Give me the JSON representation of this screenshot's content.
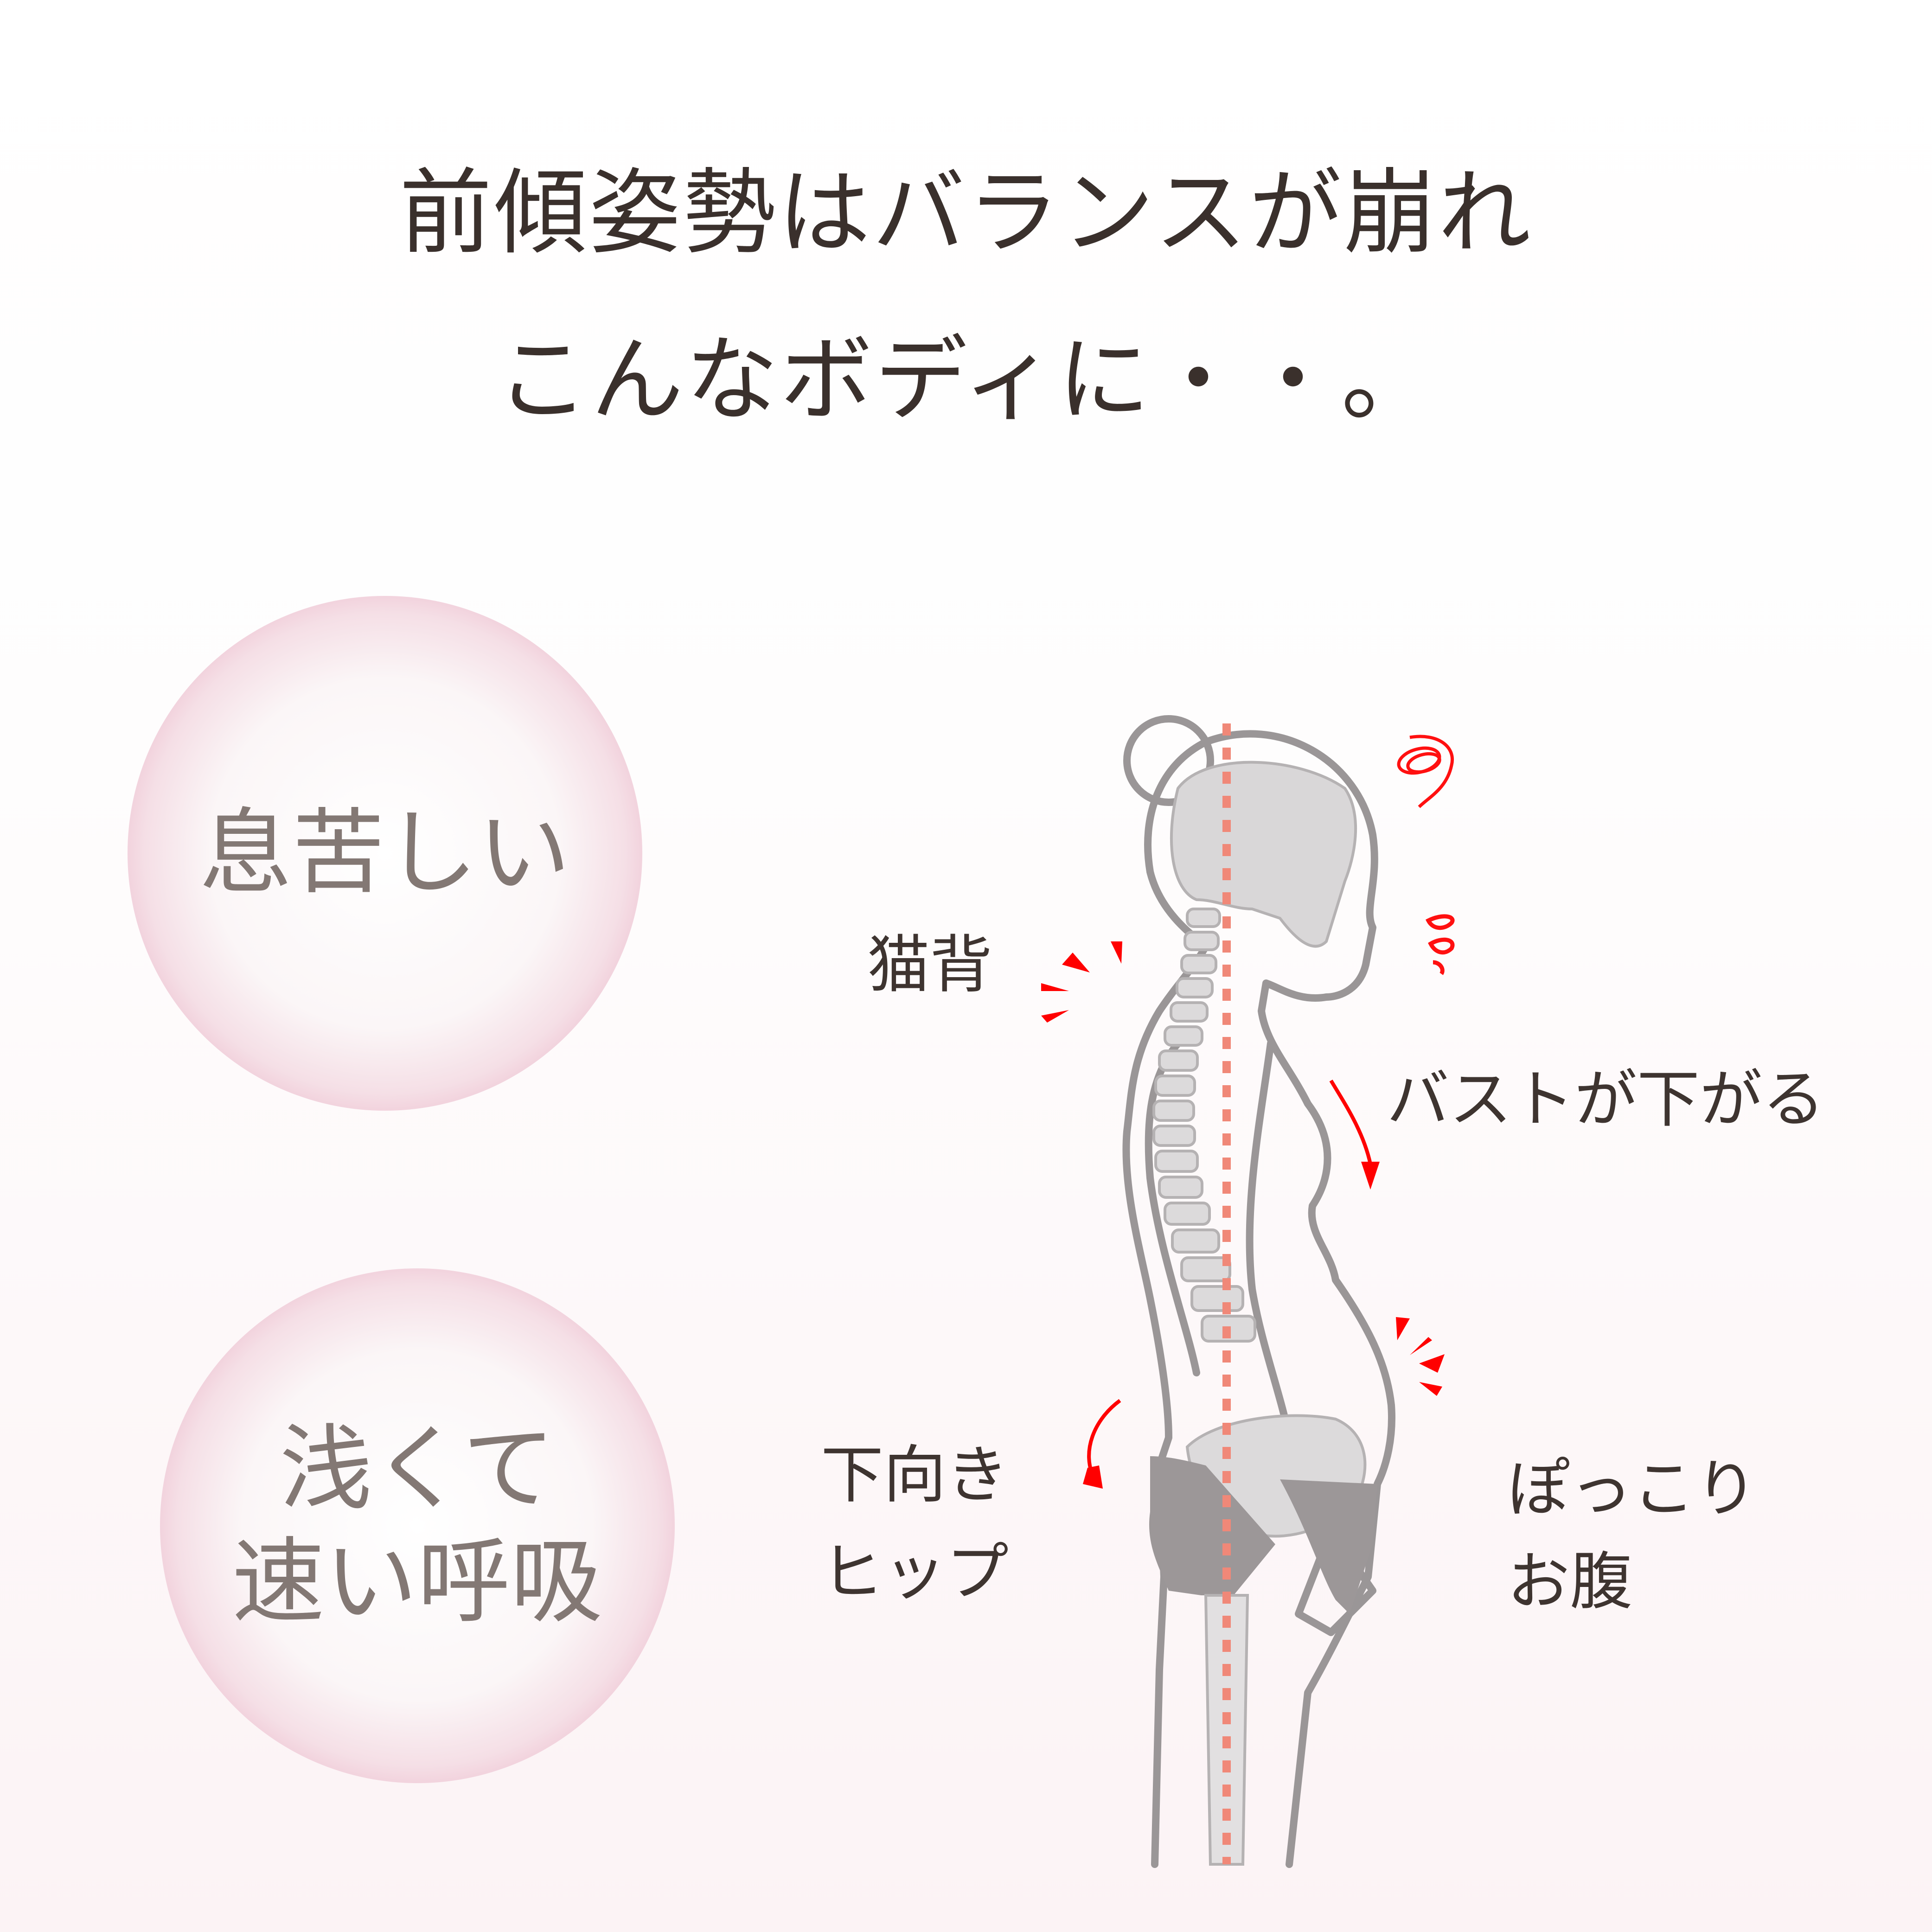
{
  "title": {
    "line1": "前傾姿勢はバランスが崩れ",
    "line2": "こんなボディに・・。"
  },
  "bubbles": [
    {
      "lines": [
        "息苦しい"
      ]
    },
    {
      "lines": [
        "浅くて",
        "速い呼吸"
      ]
    }
  ],
  "labels": {
    "nekoze": "猫背",
    "bust": "バストが下がる",
    "hip_line1": "下向き",
    "hip_line2": "ヒップ",
    "belly_line1": "ぽっこり",
    "belly_line2": "お腹"
  },
  "colors": {
    "title_text": "#3a302c",
    "bubble_text": "#837874",
    "bubble_rim": "#e593b1",
    "accent_red": "#ff0000",
    "guide_line": "#f08878",
    "figure_gray": "#9a9697"
  }
}
